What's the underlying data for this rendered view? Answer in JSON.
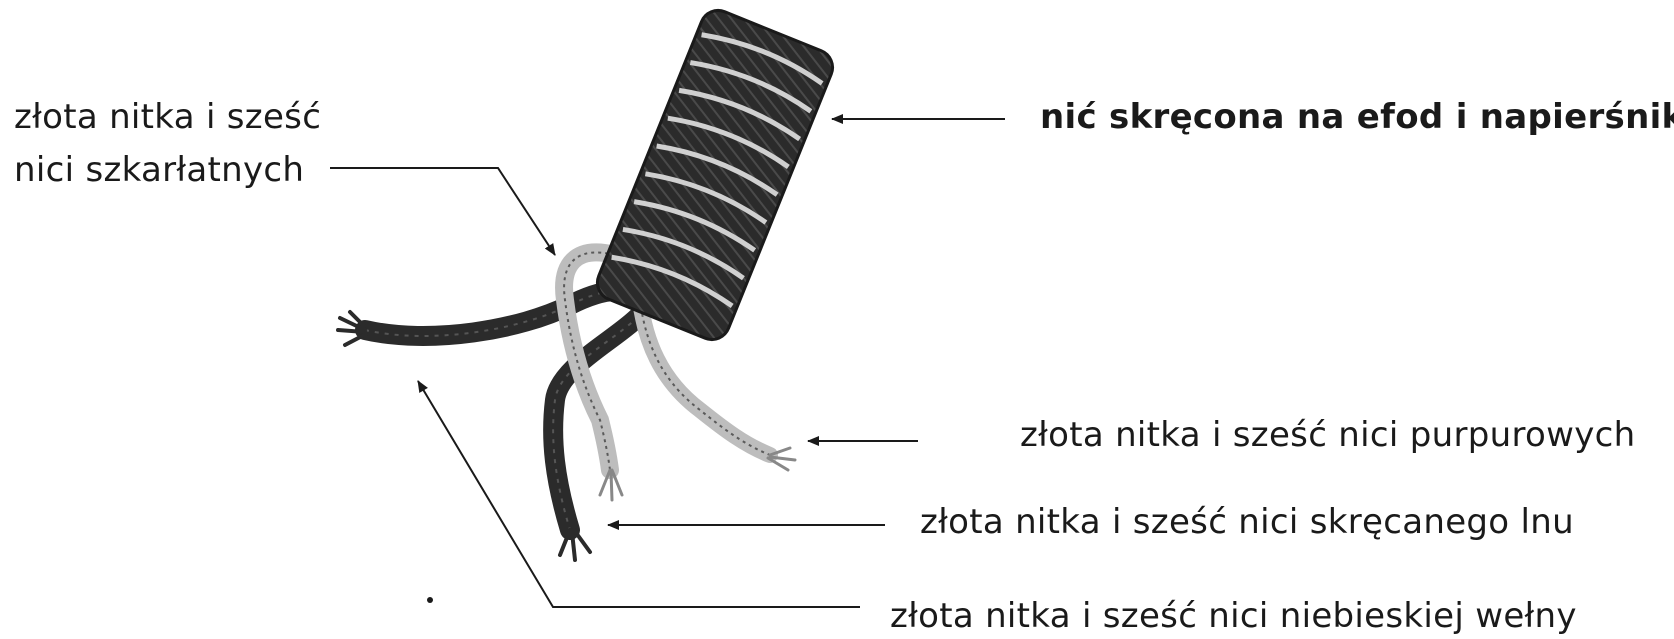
{
  "labels": {
    "top_left_line1": "złota nitka i  sześć",
    "top_left_line2": "nici szkarłatnych",
    "main": "nić skręcona na efod i napierśnik",
    "purple": "złota nitka i sześć nici purpurowych",
    "linen": "złota nitka i sześć nici skręcanego lnu",
    "blue": "złota nitka i sześć nici niebieskiej wełny"
  },
  "colors": {
    "ink": "#1a1a1a",
    "dark_cord": "#2b2b2b",
    "light_cord": "#bdbdbd",
    "background": "#ffffff"
  }
}
